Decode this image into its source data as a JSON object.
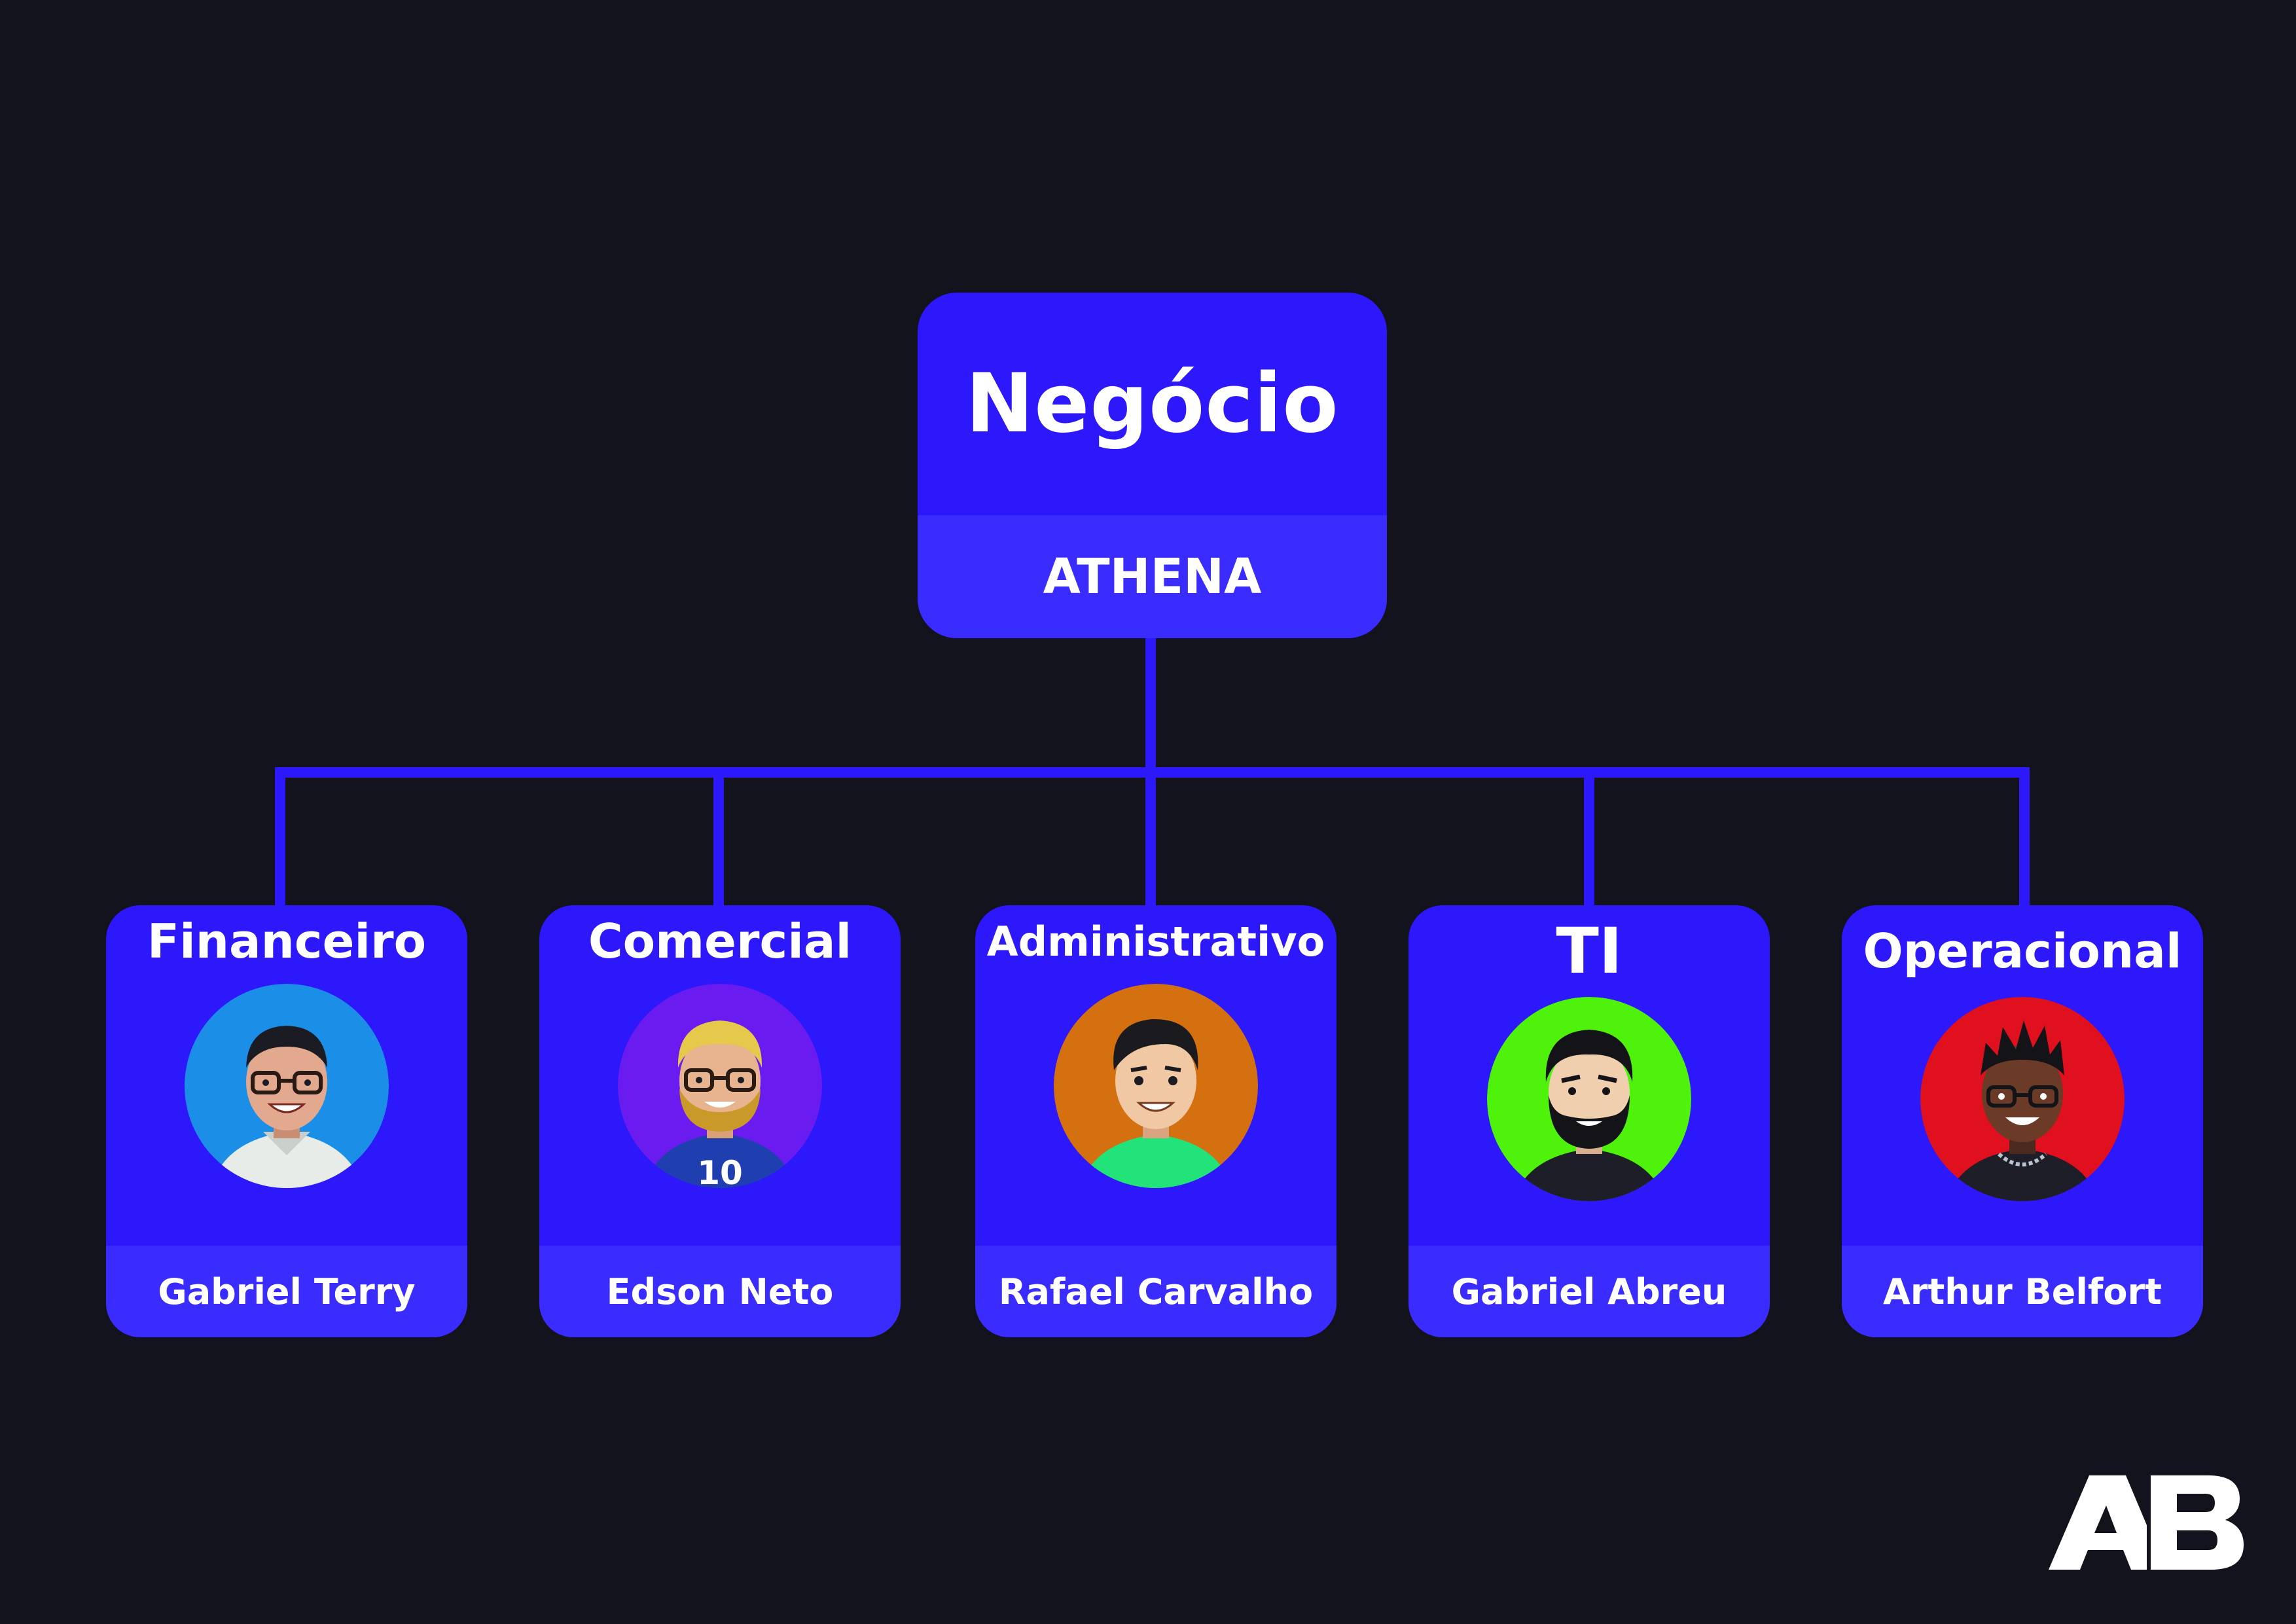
{
  "root": {
    "title": "Negócio",
    "subtitle": "ATHENA"
  },
  "departments": [
    {
      "title": "Financeiro",
      "name": "Gabriel Terry",
      "avatar_bg": "#1b8fe8",
      "icon": "avatar-glasses-icon"
    },
    {
      "title": "Comercial",
      "name": "Edson Neto",
      "avatar_bg": "#6a1cf0",
      "icon": "avatar-blond-glasses-icon"
    },
    {
      "title": "Administrativo",
      "name": "Rafael Carvalho",
      "avatar_bg": "#d4700f",
      "icon": "avatar-smiling-icon"
    },
    {
      "title": "TI",
      "name": "Gabriel Abreu",
      "avatar_bg": "#4ef20a",
      "icon": "avatar-bearded-icon"
    },
    {
      "title": "Operacional",
      "name": "Arthur Belfort",
      "avatar_bg": "#e0101e",
      "icon": "avatar-spiky-hair-icon"
    }
  ],
  "colors": {
    "background": "#12131c",
    "card": "#2c18fb",
    "card_footer": "#3a2cff",
    "text": "#ffffff"
  },
  "logo": "AB"
}
